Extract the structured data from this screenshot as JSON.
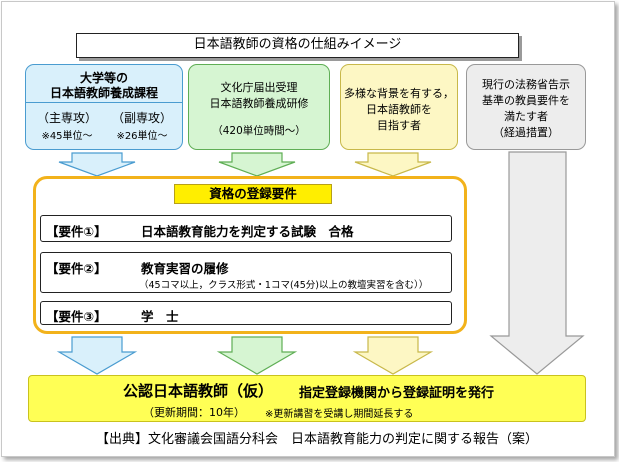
{
  "title": "日本語教師の資格の仕組みイメージ",
  "sources": [
    {
      "lines": [
        "大学等の",
        "日本語教師養成課程"
      ],
      "sub": [
        {
          "label": "（主専攻）",
          "note": "※45単位～"
        },
        {
          "label": "（副専攻）",
          "note": "※26単位～"
        }
      ]
    },
    {
      "lines": [
        "文化庁届出受理",
        "日本語教師養成研修"
      ],
      "note": "（420単位時間～）"
    },
    {
      "lines": [
        "多様な背景を有する，",
        "日本語教師を",
        "目指す者"
      ]
    },
    {
      "lines": [
        "現行の法務省告示",
        "基準の教員要件を",
        "満たす者",
        "（経過措置）"
      ]
    }
  ],
  "requirements": {
    "header": "資格の登録要件",
    "items": [
      {
        "tag": "【要件①】",
        "text": "日本語教育能力を判定する試験　合格"
      },
      {
        "tag": "【要件②】",
        "text": "教育実習の履修",
        "note": "（45コマ以上，クラス形式・1コマ(45分)以上の教壇実習を含む））"
      },
      {
        "tag": "【要件③】",
        "text": "学　士"
      }
    ]
  },
  "result": {
    "main": "公認日本語教師（仮）",
    "action": "指定登録機関から登録証明を発行",
    "period": "（更新期間：10年）",
    "note": "※更新講習を受講し期間延長する"
  },
  "citation": "【出典】文化審議会国語分科会　日本語教育能力の判定に関する報告（案）",
  "colors": {
    "blue": "#d9f0fb",
    "green": "#d6f5d2",
    "yellow": "#fdf7c4",
    "gray": "#ededed",
    "gold": "#f2b21b",
    "result": "#ffff55"
  }
}
